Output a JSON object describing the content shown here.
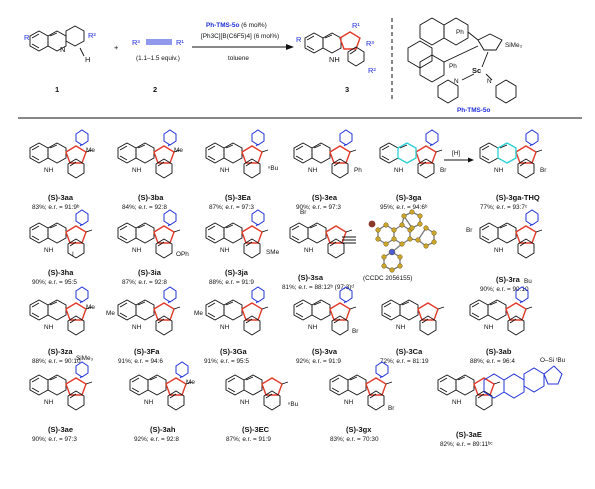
{
  "scheme": {
    "reactant1_num": "1",
    "reactant2_num": "2",
    "product_num": "3",
    "plus": "+",
    "equiv": "(1.1–1.5 equiv.)",
    "catalyst": "Ph-TMS-5o",
    "catalyst_loading": "(6 mol%)",
    "cocatalyst": "[Ph3C][B(C6F5)4] (6 mol%)",
    "solvent": "toluene",
    "atoms": {
      "R": "R",
      "R1": "R¹",
      "R2": "R²",
      "R3": "R³",
      "N": "N",
      "H": "H",
      "NH": "NH"
    },
    "catalyst_atoms": {
      "Sc": "Sc",
      "SiMe3": "SiMe₃",
      "Ph_top": "Ph",
      "Ph_bottom": "Ph",
      "N": "N"
    },
    "catalyst_label": "Ph-TMS-5o"
  },
  "conversion": {
    "label": "[H]"
  },
  "xray": {
    "label": "(CCDC 2056155)"
  },
  "products": [
    {
      "name": "(S)-3aa",
      "yield": "83%; e.r. = 91:9ᵇ"
    },
    {
      "name": "(S)-3ba",
      "yield": "84%; e.r. = 92:8"
    },
    {
      "name": "(S)-3Ea",
      "yield": "87%; e.r. = 97:3"
    },
    {
      "name": "(S)-3ea",
      "yield": "90%; e.r. = 97:3"
    },
    {
      "name": "(S)-3ga",
      "yield": "95%; e.r. = 94:6ᵇ"
    },
    {
      "name": "(S)-3ga-THQ",
      "yield": "77%; e.r. = 93:7ᶜ"
    },
    {
      "name": "(S)-3ha",
      "yield": "90%; e.r. = 95:5"
    },
    {
      "name": "(S)-3ia",
      "yield": "87%; e.r. = 92:8"
    },
    {
      "name": "(S)-3ja",
      "yield": "88%; e.r. = 91:9"
    },
    {
      "name": "(S)-3sa",
      "yield": "81%; e.r. = 88:12ᵇ (97:3)ᵈ"
    },
    {
      "name": "(S)-3ra",
      "yield": "90%; e.r. = 90:10"
    },
    {
      "name": "(S)-3za",
      "yield": "88%; e.r. = 90:10"
    },
    {
      "name": "(S)-3Fa",
      "yield": "91%; e.r. = 94:6"
    },
    {
      "name": "(S)-3Ga",
      "yield": "91%; e.r. = 95:5"
    },
    {
      "name": "(S)-3va",
      "yield": "92%; e.r. = 91:9"
    },
    {
      "name": "(S)-3Ca",
      "yield": "72%; e.r. = 81:19"
    },
    {
      "name": "(S)-3ab",
      "yield": "88%; e.r. = 96:4"
    },
    {
      "name": "(S)-3ae",
      "yield": "90%; e.r. = 97:3"
    },
    {
      "name": "(S)-3ah",
      "yield": "92%; e.r. = 92:8"
    },
    {
      "name": "(S)-3EC",
      "yield": "87%; e.r. = 91:9"
    },
    {
      "name": "(S)-3gx",
      "yield": "83%; e.r. = 70:30"
    },
    {
      "name": "(S)-3aE",
      "yield": "82%; e.r. = 89:11ᵇᶜ"
    }
  ],
  "substituents": {
    "Me": "Me",
    "nBu": "ⁿBu",
    "Ph": "Ph",
    "Br": "Br",
    "I": "I",
    "OPh": "OPh",
    "SMe": "SMe",
    "SiMe3": "SiMe₃",
    "tBu": "ᵗBu",
    "Si": "Si",
    "O": "O",
    "Bu": "Bu"
  }
}
